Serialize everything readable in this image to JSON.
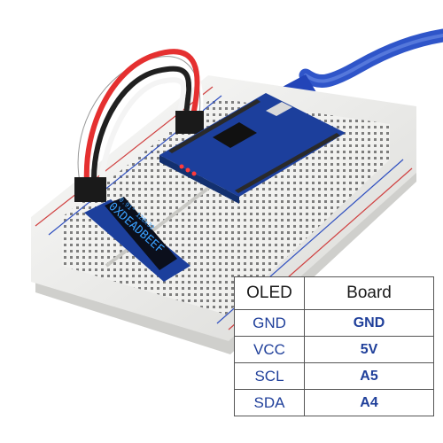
{
  "oled": {
    "display_text_top": "0.91\" 128x32",
    "display_text_main": "0XDEADBEEF"
  },
  "table": {
    "headers": [
      "OLED",
      "Board"
    ],
    "rows": [
      {
        "oled": "GND",
        "board": "GND"
      },
      {
        "oled": "VCC",
        "board": "5V"
      },
      {
        "oled": "SCL",
        "board": "A5"
      },
      {
        "oled": "SDA",
        "board": "A4"
      }
    ]
  },
  "colors": {
    "table_text": "#1f3f9a",
    "oled_text": "#3aa0ff",
    "cable": "#3b63d6",
    "pcb": "#1c3f9c"
  }
}
